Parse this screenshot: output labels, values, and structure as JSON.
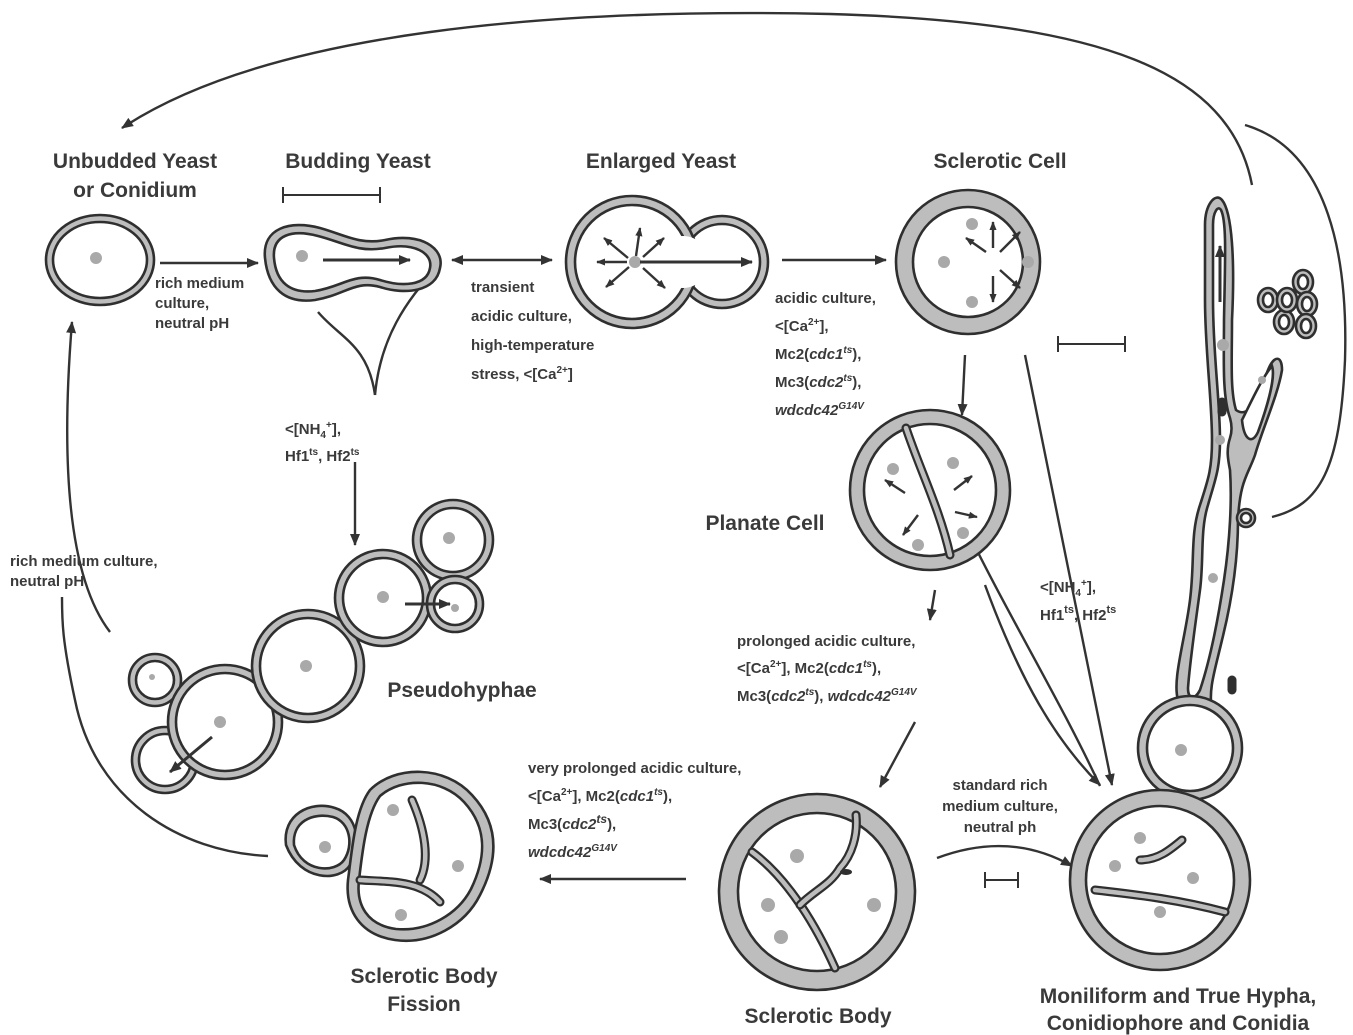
{
  "stages": {
    "unbudded_l1": "Unbudded Yeast",
    "unbudded_l2": "or Conidium",
    "budding": "Budding Yeast",
    "enlarged": "Enlarged Yeast",
    "sclerotic_cell": "Sclerotic Cell",
    "planate": "Planate Cell",
    "pseudohyphae": "Pseudohyphae",
    "fission_l1": "Sclerotic Body",
    "fission_l2": "Fission",
    "sclerotic_body": "Sclerotic Body",
    "hypha_l1": "Moniliform and True Hypha,",
    "hypha_l2": "Conidiophore and Conidia"
  },
  "conditions": {
    "rich_neutral": [
      "rich medium",
      "culture,",
      "neutral pH"
    ],
    "transient": [
      "transient",
      "acidic culture,",
      "high-temperature",
      "stress, <[Ca2+]"
    ],
    "acidic": [
      "acidic culture,",
      "<[Ca2+],",
      "Mc2(cdc1ts),",
      "Mc3(cdc2ts),",
      "wdcdc42G14V"
    ],
    "nh4_left": [
      "<[NH4+],",
      "Hf1ts, Hf2ts"
    ],
    "rich_left": [
      "rich medium culture,",
      "neutral pH"
    ],
    "prolonged": [
      "prolonged acidic culture,",
      "<[Ca2+], Mc2(cdc1ts),",
      "Mc3(cdc2ts), wdcdc42G14V"
    ],
    "nh4_right": [
      "<[NH4+],",
      "Hf1ts, Hf2ts"
    ],
    "very_prolonged": [
      "very prolonged acidic culture,",
      "<[Ca2+], Mc2(cdc1ts),",
      "Mc3(cdc2ts),",
      "wdcdc42G14V"
    ],
    "standard_rich": [
      "standard rich",
      "medium culture,",
      "neutral ph"
    ]
  },
  "colors": {
    "wall_fill": "#bdbdbd",
    "outline": "#2f2f2f",
    "nucleus": "#a9a9a9",
    "text": "#3a3a3a"
  },
  "marks": {
    "cdc42_super": "G14V",
    "ca_super": "2+",
    "ts_super": "ts"
  }
}
